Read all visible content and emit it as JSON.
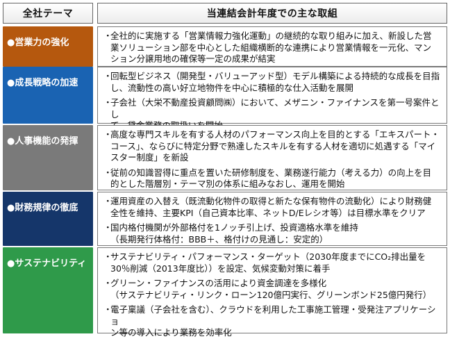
{
  "header": {
    "left": "全社テーマ",
    "right": "当連結会計年度での主な取組"
  },
  "rows": [
    {
      "theme": "●営業力の強化",
      "color": "#b5580e",
      "items": [
        {
          "lines": [
            "全社的に実施する「営業情報力強化運動」の継続的な取り組みに加え、新設した営",
            "業ソリューション部を中心とした組織横断的な連携により営業情報を一元化、マン",
            "ション分譲用地の確保等一定の成果が結実"
          ]
        }
      ]
    },
    {
      "theme": "●成長戦略の加速",
      "color": "#1a63b2",
      "items": [
        {
          "lines": [
            "回転型ビジネス（開発型・バリューアッド型）モデル構築による持続的な成長を目指",
            "し、流動性の高い好立地物件を中心に積極的な仕入活動を展開"
          ]
        },
        {
          "lines": [
            "子会社（大栄不動産投資顧問㈱）において、メザニン・ファイナンスを第一号案件とし",
            "て、貸金業務の取扱いを開始"
          ]
        }
      ]
    },
    {
      "theme": "●人事機能の発揮",
      "color": "#7a7a7a",
      "items": [
        {
          "lines": [
            "高度な専門スキルを有する人材のパフォーマンス向上を目的とする「エキスパート・",
            "コース」、ならびに特定分野で熟達したスキルを有する人材を適切に処遇する「マイ",
            "スター制度」を新設"
          ]
        },
        {
          "lines": [
            "従前の知識習得に重点を置いた研修制度を、業務遂行能力（考える力）の向上を目",
            "的とした階層別・テーマ別の体系に組みなおし、運用を開始"
          ]
        }
      ]
    },
    {
      "theme": "●財務規律の徹底",
      "color": "#15366a",
      "items": [
        {
          "lines": [
            "運用資産の入替え（既流動化物件の取得と新たな保有物件の流動化）により財務健",
            "全性を維持、主要KPI（自己資本比率、ネットD/Eレシオ等）は目標水準をクリア"
          ]
        },
        {
          "lines": [
            "国内格付機関が外部格付を1ノッチ引上げ、投資適格水準を維持",
            "（長期発行体格付：BBB＋、格付けの見通し：安定的）"
          ]
        }
      ]
    },
    {
      "theme": "●サステナビリティ",
      "color": "#2f9a4a",
      "items": [
        {
          "lines": [
            "サステナビリティ・パフォーマンス・ターゲット（2030年度までにCO₂排出量を",
            "30％削減（2013年度比））を設定、気候変動対策に着手"
          ]
        },
        {
          "lines": [
            "グリーン・ファイナンスの活用により資金調達を多様化",
            "（サステナビリティ・リンク・ローン120億円実行、グリーンボンド25億円発行）"
          ]
        },
        {
          "lines": [
            "電子稟議（子会社を含む）、クラウドを利用した工事施工管理・受発注アプリケーショ",
            "ン等の導入により業務を効率化"
          ]
        }
      ]
    }
  ],
  "bullet": "・"
}
